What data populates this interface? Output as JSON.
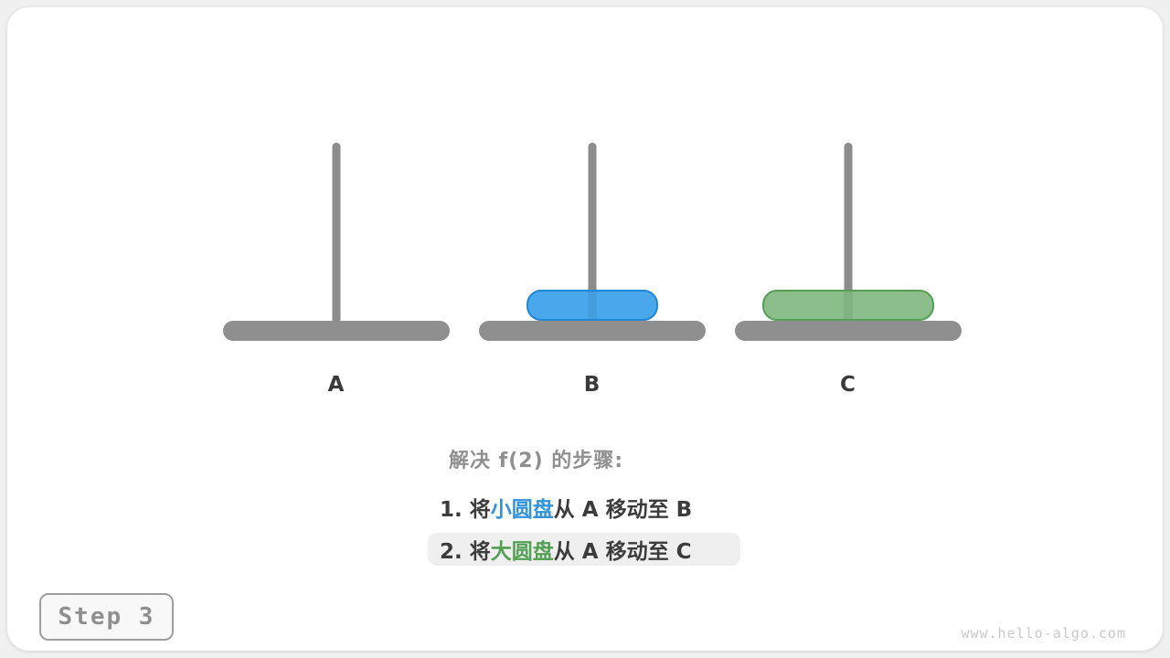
{
  "colors": {
    "pole_gray": "#8c8c8c",
    "base_gray": "#8f8f8f",
    "label_dark": "#3a3a3a",
    "heading_gray": "#909090",
    "text_dark": "#3c3c3c",
    "blue_accent": "#3193db",
    "green_accent": "#52a154",
    "disk_small_fill": "#49a7eb",
    "disk_small_border": "#2186d3",
    "disk_large_fill": "#8bbe8b",
    "disk_large_border": "#55a055",
    "highlight_bg": "#efefef",
    "badge_text": "#8f8f8f",
    "watermark_gray": "#c9c9c9"
  },
  "pegs": [
    {
      "label": "A",
      "disks": []
    },
    {
      "label": "B",
      "disks": [
        "small-blue-disk"
      ]
    },
    {
      "label": "C",
      "disks": [
        "large-green-disk"
      ]
    }
  ],
  "steps": {
    "heading": "解决 f(2) 的步骤:",
    "items": [
      {
        "highlighted": false,
        "segments": [
          {
            "text": "1. 将",
            "accent": "none"
          },
          {
            "text": "小圆盘",
            "accent": "blue"
          },
          {
            "text": "从 A 移动至 B",
            "accent": "none"
          }
        ]
      },
      {
        "highlighted": true,
        "segments": [
          {
            "text": "2. 将",
            "accent": "none"
          },
          {
            "text": "大圆盘",
            "accent": "green"
          },
          {
            "text": "从 A 移动至 C",
            "accent": "none"
          }
        ]
      }
    ]
  },
  "footer": {
    "step_badge": "Step 3",
    "watermark": "www.hello-algo.com"
  }
}
